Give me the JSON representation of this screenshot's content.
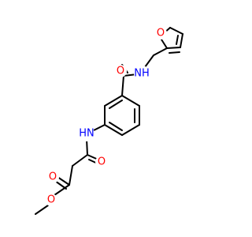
{
  "molecule": {
    "atoms": {
      "o_furan": {
        "symbol": "O",
        "color": "#ff0000"
      },
      "n_amide": {
        "symbol": "NH",
        "color": "#0000ff"
      },
      "o_amide": {
        "symbol": "O",
        "color": "#ff0000"
      },
      "n_anilide": {
        "symbol": "HN",
        "color": "#0000ff"
      },
      "o_succinyl": {
        "symbol": "O",
        "color": "#ff0000"
      },
      "o_ester_carbonyl": {
        "symbol": "O",
        "color": "#ff0000"
      },
      "o_ester": {
        "symbol": "O",
        "color": "#ff0000"
      }
    },
    "bond_color": "#000000",
    "background": "#ffffff"
  }
}
